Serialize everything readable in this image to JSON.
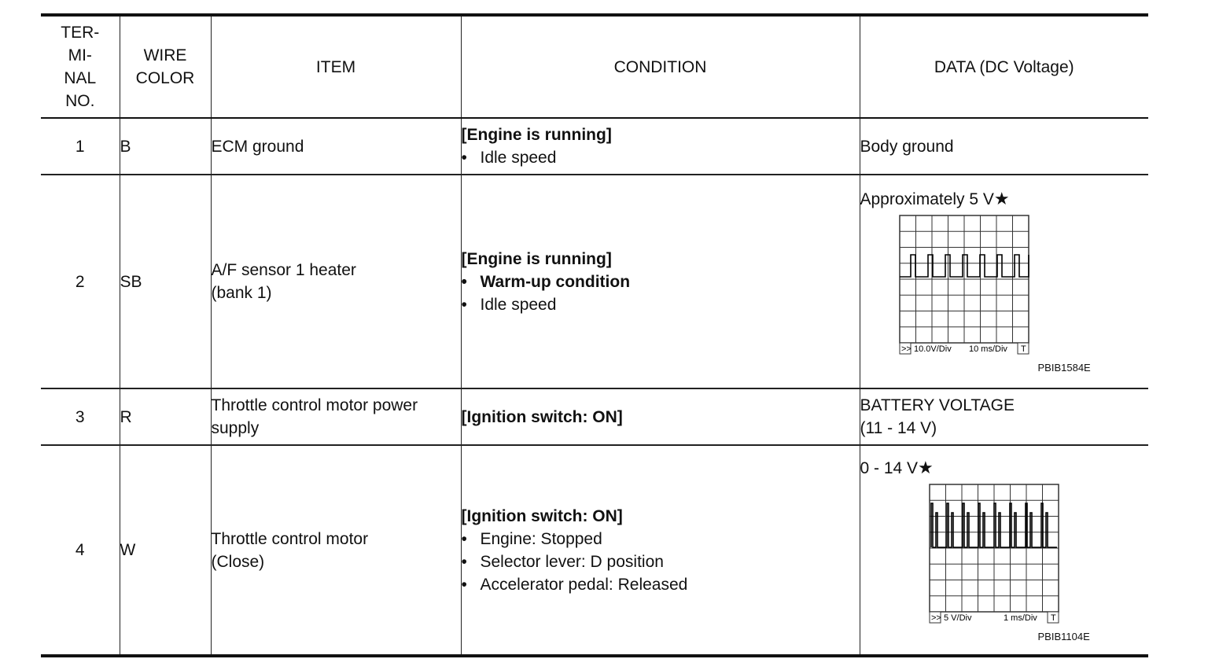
{
  "table": {
    "headers": {
      "terminal": [
        "TER-",
        "MI-",
        "NAL",
        "NO."
      ],
      "wire": [
        "WIRE",
        "COLOR"
      ],
      "item": "ITEM",
      "condition": "CONDITION",
      "data": "DATA (DC Voltage)"
    },
    "rows": [
      {
        "terminal": "1",
        "wire": "B",
        "item": [
          "ECM ground"
        ],
        "condition_head": "[Engine is running]",
        "bullets": [
          "Idle speed"
        ],
        "data_text": [
          "Body ground"
        ]
      },
      {
        "terminal": "2",
        "wire": "SB",
        "item": [
          "A/F sensor 1 heater",
          "(bank 1)"
        ],
        "condition_head": "[Engine is running]",
        "bullets_bold": [
          "Warm-up condition"
        ],
        "bullets": [
          "Idle speed"
        ],
        "data_text": [
          "Approximately 5 V"
        ],
        "scope": {
          "volt_div": "10.0V/Div",
          "time_div": "10 ms/Div",
          "trigger": "T",
          "arrow": ">>",
          "figure_id": "PBIB1584E"
        }
      },
      {
        "terminal": "3",
        "wire": "R",
        "item": [
          "Throttle control motor power",
          "supply"
        ],
        "condition_head": "[Ignition switch: ON]",
        "bullets": [],
        "data_text": [
          "BATTERY VOLTAGE",
          "(11 - 14 V)"
        ]
      },
      {
        "terminal": "4",
        "wire": "W",
        "item": [
          "Throttle control motor",
          "(Close)"
        ],
        "condition_head": "[Ignition switch: ON]",
        "bullets": [
          "Engine: Stopped",
          "Selector lever: D position",
          "Accelerator pedal: Released"
        ],
        "data_text": [
          "0 - 14 V"
        ],
        "scope": {
          "volt_div": "5 V/Div",
          "time_div": "1 ms/Div",
          "trigger": "T",
          "arrow": ">>",
          "figure_id": "PBIB1104E"
        }
      }
    ],
    "star_symbol": "★",
    "bullet_symbol": "•"
  }
}
